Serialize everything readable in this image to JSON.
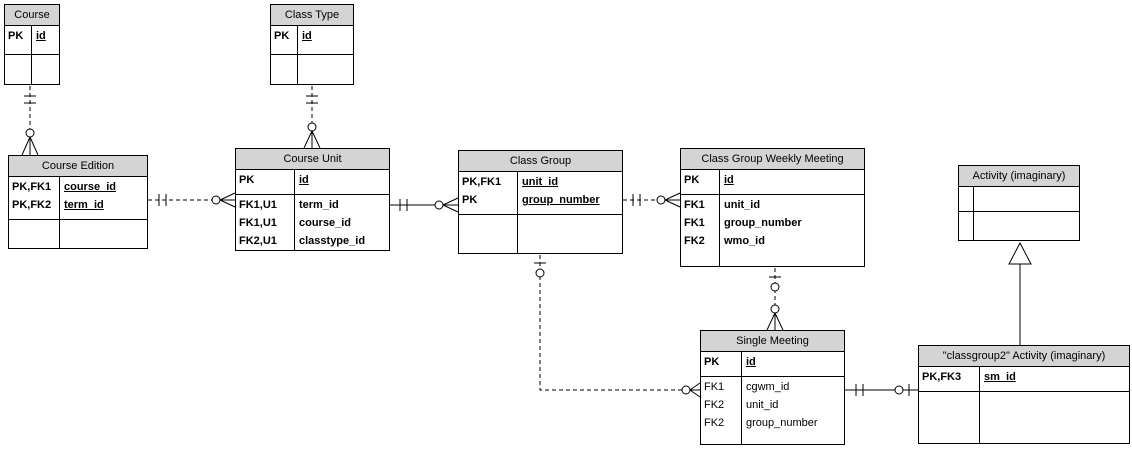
{
  "diagram": {
    "type": "entity-relationship-diagram",
    "notation": "crow-foot",
    "header_color": "#d4d4d4",
    "line_color": "#000000"
  },
  "tables": {
    "course": {
      "title": "Course",
      "key_rows": [
        {
          "key": "PK",
          "field": "id"
        }
      ],
      "attr_rows": []
    },
    "class_type": {
      "title": "Class Type",
      "key_rows": [
        {
          "key": "PK",
          "field": "id"
        }
      ],
      "attr_rows": []
    },
    "course_edition": {
      "title": "Course Edition",
      "key_rows": [
        {
          "key": "PK,FK1",
          "field": "course_id"
        },
        {
          "key": "PK,FK2",
          "field": "term_id"
        }
      ],
      "attr_rows": []
    },
    "course_unit": {
      "title": "Course Unit",
      "key_rows": [
        {
          "key": "PK",
          "field": "id"
        }
      ],
      "attr_rows": [
        {
          "key": "FK1,U1",
          "field": "term_id"
        },
        {
          "key": "FK1,U1",
          "field": "course_id"
        },
        {
          "key": "FK2,U1",
          "field": "classtype_id"
        }
      ]
    },
    "class_group": {
      "title": "Class Group",
      "key_rows": [
        {
          "key": "PK,FK1",
          "field": "unit_id"
        },
        {
          "key": "PK",
          "field": "group_number"
        }
      ],
      "attr_rows": []
    },
    "cgwm": {
      "title": "Class Group Weekly Meeting",
      "key_rows": [
        {
          "key": "PK",
          "field": "id"
        }
      ],
      "attr_rows": [
        {
          "key": "FK1",
          "field": "unit_id"
        },
        {
          "key": "FK1",
          "field": "group_number"
        },
        {
          "key": "FK2",
          "field": "wmo_id"
        }
      ]
    },
    "activity": {
      "title": "Activity (imaginary)",
      "key_rows": [],
      "attr_rows": []
    },
    "single_meeting": {
      "title": "Single Meeting",
      "key_rows": [
        {
          "key": "PK",
          "field": "id"
        }
      ],
      "attr_rows": [
        {
          "key": "FK1",
          "field": "cgwm_id"
        },
        {
          "key": "FK2",
          "field": "unit_id"
        },
        {
          "key": "FK2",
          "field": "group_number"
        }
      ]
    },
    "classgroup2": {
      "title": "\"classgroup2\" Activity (imaginary)",
      "key_rows": [
        {
          "key": "PK,FK3",
          "field": "sm_id"
        }
      ],
      "attr_rows": []
    }
  },
  "connectors": [
    {
      "from": "Course",
      "to": "Course Edition",
      "from_cardinality": "exactly-one",
      "to_cardinality": "zero-or-many",
      "style": "dashed"
    },
    {
      "from": "Class Type",
      "to": "Course Unit",
      "from_cardinality": "exactly-one",
      "to_cardinality": "zero-or-many",
      "style": "dashed"
    },
    {
      "from": "Course Edition",
      "to": "Course Unit",
      "from_cardinality": "exactly-one",
      "to_cardinality": "zero-or-many",
      "style": "dashed"
    },
    {
      "from": "Course Unit",
      "to": "Class Group",
      "from_cardinality": "exactly-one",
      "to_cardinality": "zero-or-many",
      "style": "solid"
    },
    {
      "from": "Class Group",
      "to": "Class Group Weekly Meeting",
      "from_cardinality": "exactly-one",
      "to_cardinality": "zero-or-many",
      "style": "dashed"
    },
    {
      "from": "Class Group Weekly Meeting",
      "to": "Single Meeting",
      "from_cardinality": "zero-or-one",
      "to_cardinality": "zero-or-many",
      "style": "dashed"
    },
    {
      "from": "Class Group",
      "to": "Single Meeting",
      "from_cardinality": "zero-or-one",
      "to_cardinality": "zero-or-many",
      "style": "dashed"
    },
    {
      "from": "Single Meeting",
      "to": "\"classgroup2\" Activity (imaginary)",
      "from_cardinality": "exactly-one",
      "to_cardinality": "zero-or-one",
      "style": "solid"
    },
    {
      "from": "\"classgroup2\" Activity (imaginary)",
      "to": "Activity (imaginary)",
      "type": "generalization",
      "style": "solid"
    }
  ]
}
